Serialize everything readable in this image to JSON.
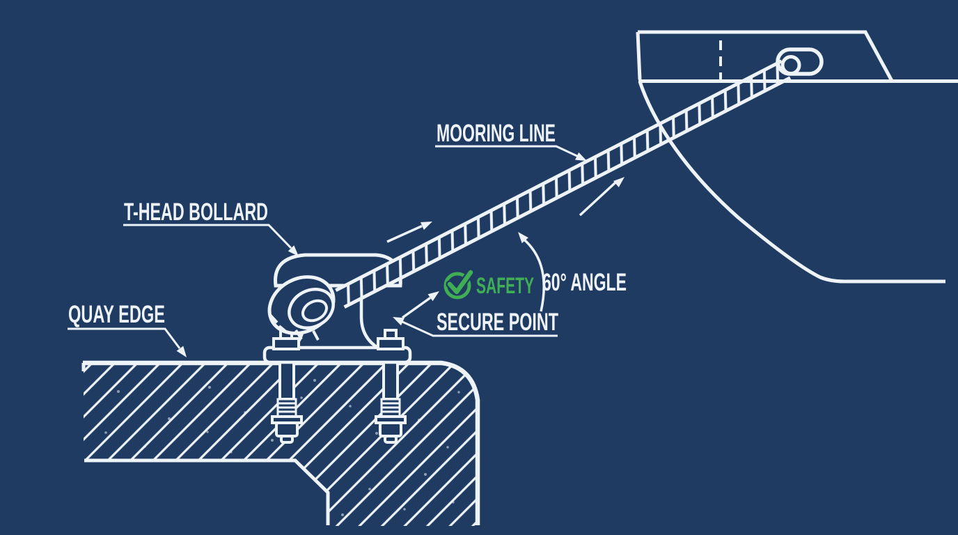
{
  "colors": {
    "background": "#1f3b62",
    "line": "#eef3f8",
    "accent_green": "#3fae54"
  },
  "labels": {
    "mooring_line": "MOORING LINE",
    "t_head_bollard": "T-HEAD BOLLARD",
    "quay_edge": "QUAY EDGE",
    "secure_point": "SECURE POINT",
    "angle": "60° ANGLE",
    "safety": "SAFETY"
  },
  "icons": {
    "safety_check": "check-circle-icon"
  }
}
